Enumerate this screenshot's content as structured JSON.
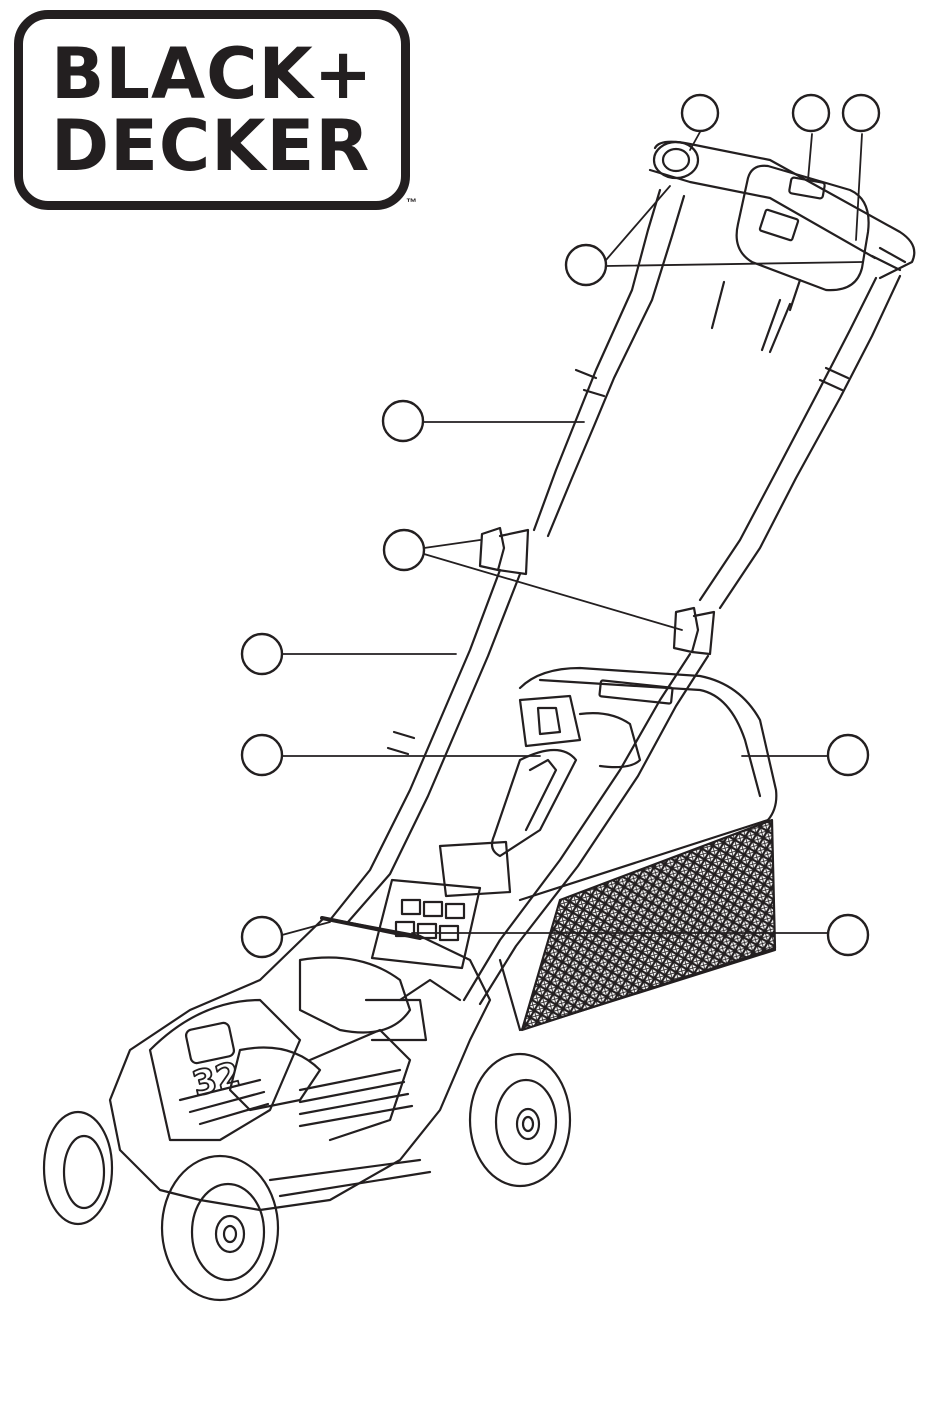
{
  "logo": {
    "line1": "BLACK+",
    "line2": "DECKER",
    "tm": "™"
  },
  "diagram": {
    "deck_text": "32",
    "callouts": [
      {
        "name": "callout-handle-top-left"
      },
      {
        "name": "callout-switch-box"
      },
      {
        "name": "callout-handle-right"
      },
      {
        "name": "callout-lock-off-button"
      },
      {
        "name": "callout-upper-handle"
      },
      {
        "name": "callout-handle-clamps"
      },
      {
        "name": "callout-lower-handle"
      },
      {
        "name": "callout-grass-box-handle"
      },
      {
        "name": "callout-grass-box"
      },
      {
        "name": "callout-height-adjust"
      },
      {
        "name": "callout-battery-cover"
      }
    ]
  },
  "colors": {
    "ink": "#231f20",
    "background": "#ffffff"
  }
}
